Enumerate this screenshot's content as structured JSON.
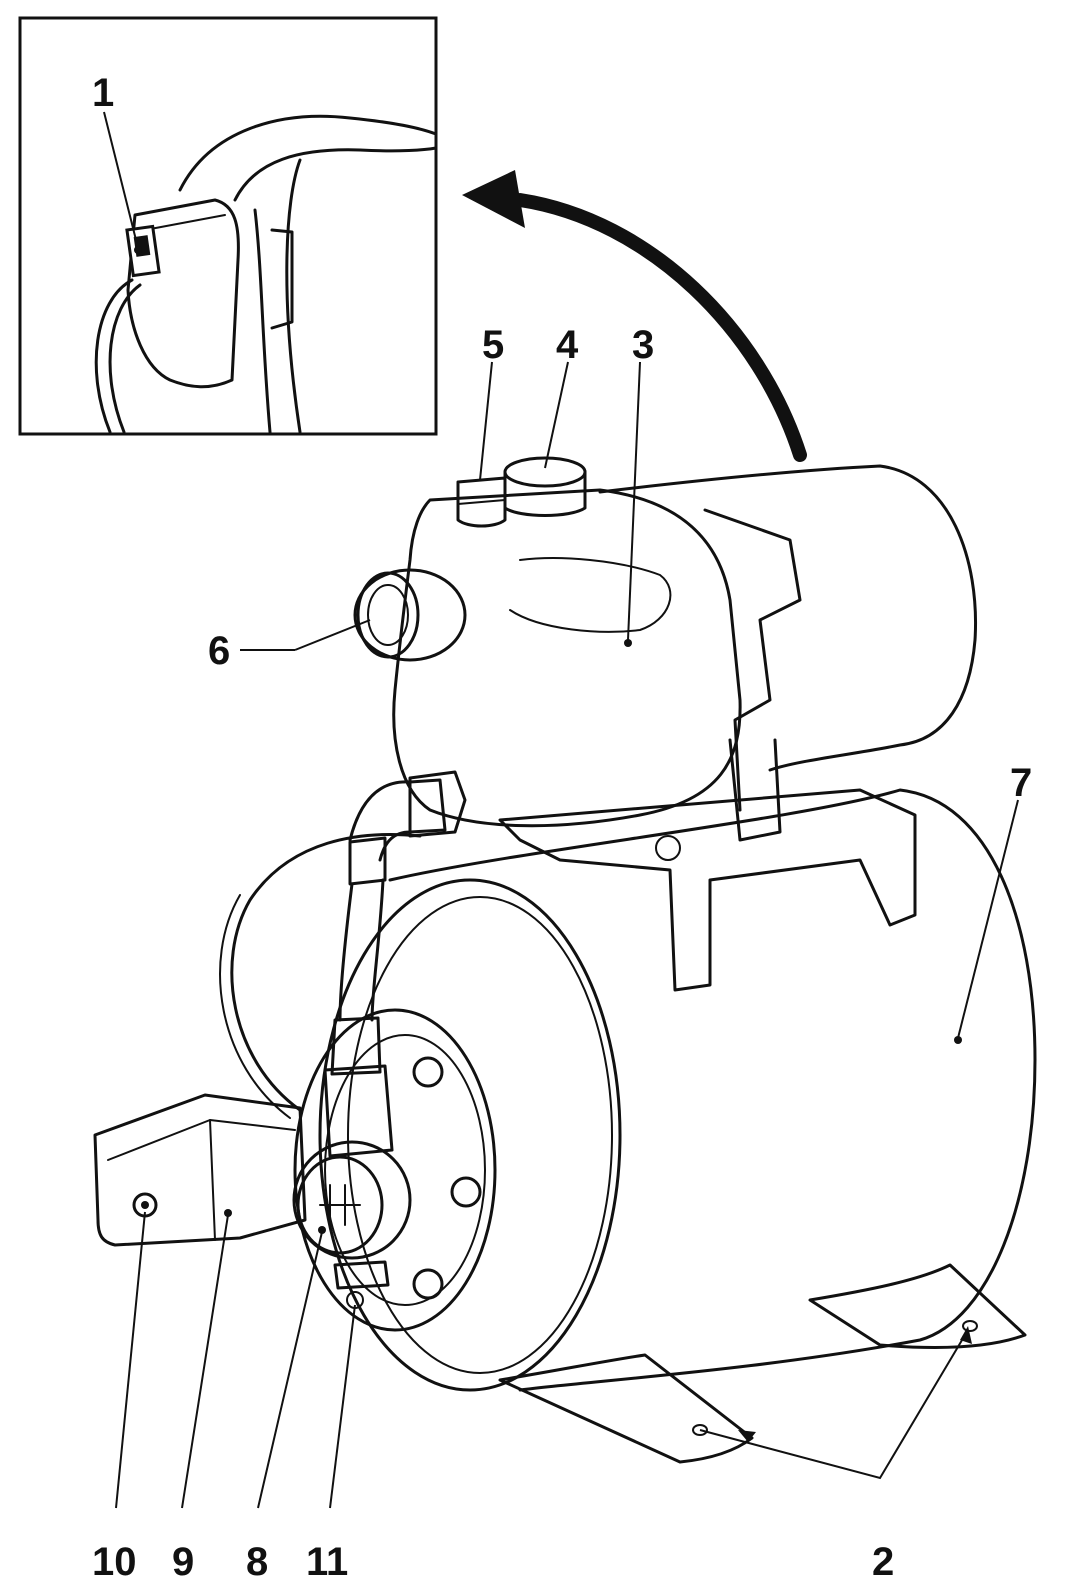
{
  "callouts": {
    "inset_switch": "1",
    "feet_holes": "2",
    "pump_housing": "3",
    "outlet": "4",
    "filler_plug": "5",
    "inlet": "6",
    "tank": "7",
    "pressure_gauge": "8",
    "pressure_switch": "9",
    "adjust_screw": "10",
    "drain_valve": "11"
  },
  "colors": {
    "line": "#111111",
    "background": "#ffffff"
  }
}
